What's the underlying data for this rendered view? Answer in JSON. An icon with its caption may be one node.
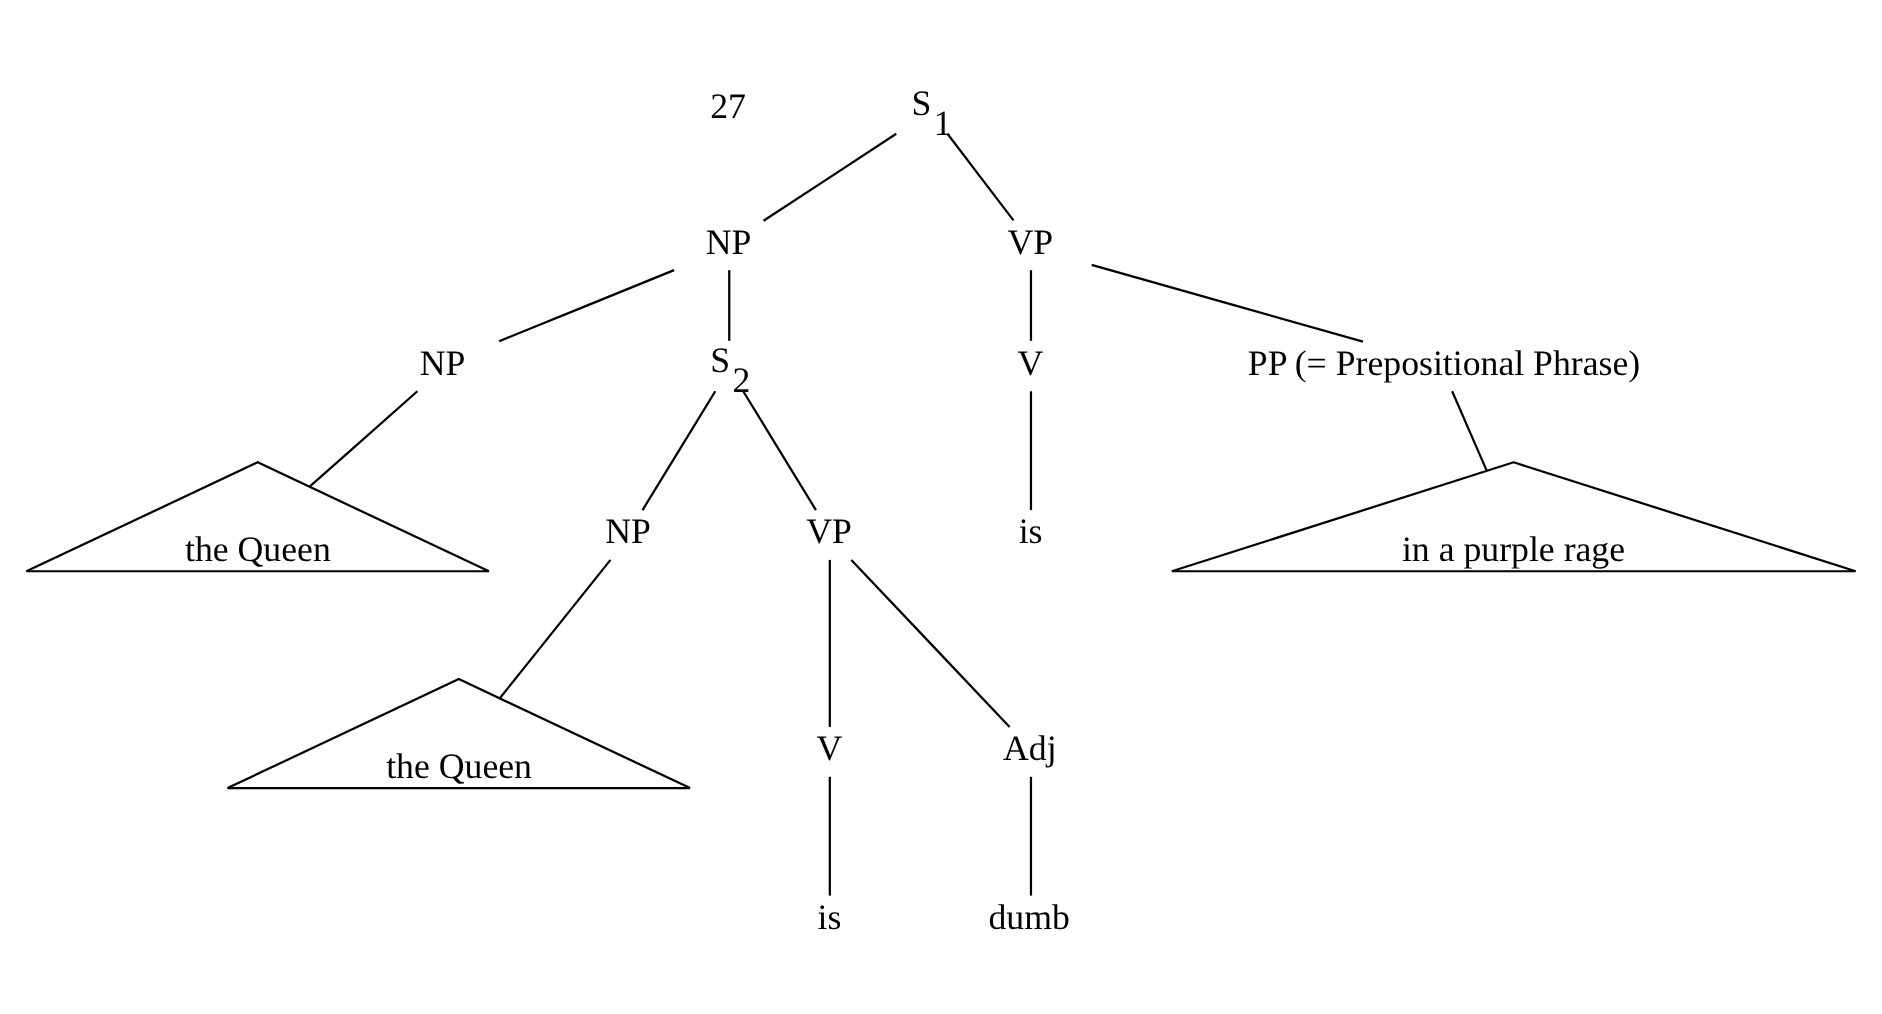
{
  "diagram": {
    "nodes": [
      {
        "text": [
          "S$_{1}$"
        ]
      },
      {
        "text": [
          "NP"
        ]
      },
      {
        "text": [
          "VP"
        ]
      },
      {
        "text": [
          "NP"
        ]
      },
      {
        "text": [
          "S$_{2}$"
        ]
      },
      {
        "text": [
          "the Queen"
        ]
      },
      {
        "text": [
          "NP"
        ]
      },
      {
        "text": [
          "VP"
        ]
      },
      {
        "text": [
          "the Queen"
        ]
      },
      {
        "text": [
          "V"
        ]
      },
      {
        "text": [
          "Adj"
        ]
      },
      {
        "text": [
          "is"
        ]
      },
      {
        "text": [
          "dumb"
        ]
      },
      {
        "text": [
          "V"
        ]
      },
      {
        "text": [
          "PP"
        ],
        "beside": [
          "(= Prepositional Phrase)"
        ]
      },
      {
        "text": [
          "is"
        ]
      },
      {
        "text": [
          "in a purple rage"
        ]
      }
    ],
    "edges": [
      {
        "from": 0,
        "to": 1,
        "arrow": "none"
      },
      {
        "from": 0,
        "to": 2,
        "arrow": "none"
      },
      {
        "from": 1,
        "to": 3,
        "arrow": "none"
      },
      {
        "from": 1,
        "to": 4,
        "arrow": "none"
      },
      {
        "from": 3,
        "to": 5,
        "arrow": "none"
      },
      {
        "from": 4,
        "to": 6,
        "arrow": "none"
      },
      {
        "from": 4,
        "to": 7,
        "arrow": "none"
      },
      {
        "from": 6,
        "to": 8,
        "arrow": "none"
      },
      {
        "from": 7,
        "to": 9,
        "arrow": "none"
      },
      {
        "from": 7,
        "to": 10,
        "arrow": "none"
      },
      {
        "from": 9,
        "to": 11,
        "arrow": "none"
      },
      {
        "from": 10,
        "to": 12,
        "arrow": "none"
      },
      {
        "from": 2,
        "to": 13,
        "arrow": "none"
      },
      {
        "from": 2,
        "to": 14,
        "arrow": "none"
      },
      {
        "from": 13,
        "to": 15,
        "arrow": "none"
      },
      {
        "from": 14,
        "to": 16,
        "arrow": "none"
      }
    ],
    "labels": [
      "27"
    ]
  }
}
